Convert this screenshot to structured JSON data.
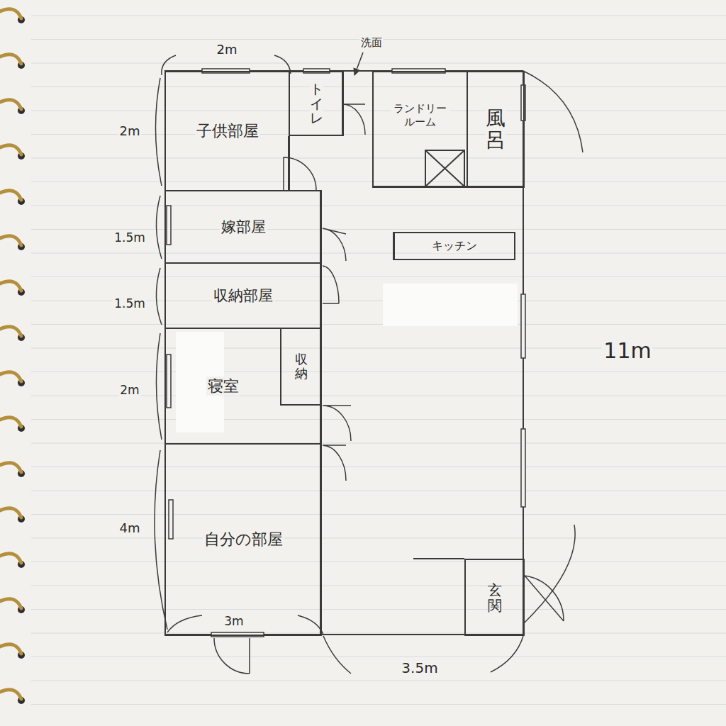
{
  "diagram": {
    "nodes": [
      {
        "text": [
          "子供部屋"
        ]
      },
      {
        "text": [
          "トイレ"
        ]
      },
      {
        "text": [
          "ランドリールーム"
        ]
      },
      {
        "text": [
          "風呂"
        ]
      },
      {
        "text": [
          "嫁部屋"
        ]
      },
      {
        "text": [
          "キッチン"
        ]
      },
      {
        "text": [
          "収納部屋"
        ]
      },
      {
        "text": [
          "寝室"
        ]
      },
      {
        "text": [
          "収納"
        ],
        "in": 7
      },
      {
        "text": [
          "自分の部屋"
        ]
      },
      {
        "text": [
          "玄関"
        ]
      }
    ],
    "labels": [
      "2m",
      "洗面",
      "2m",
      "1.5m",
      "1.5m",
      "2m",
      "4m",
      "11m",
      "3m",
      "3.5m"
    ]
  }
}
